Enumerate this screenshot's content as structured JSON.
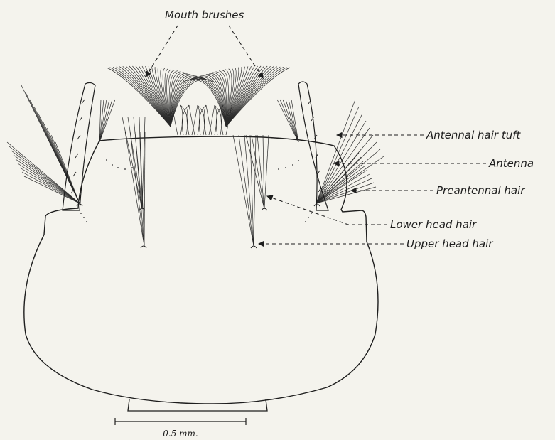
{
  "figure": {
    "title": "Mouth brushes",
    "labels": {
      "antennal_hair_tuft": "Antennal hair tuft",
      "antenna": "Antenna",
      "preantennal_hair": "Preantennal hair",
      "lower_head_hair": "Lower head hair",
      "upper_head_hair": "Upper head hair"
    },
    "scale_bar": {
      "label": "0.5 mm.",
      "value": 0.5,
      "unit": "mm"
    }
  },
  "colors": {
    "background": "#f4f3ed",
    "ink": "#1e1e1e"
  }
}
